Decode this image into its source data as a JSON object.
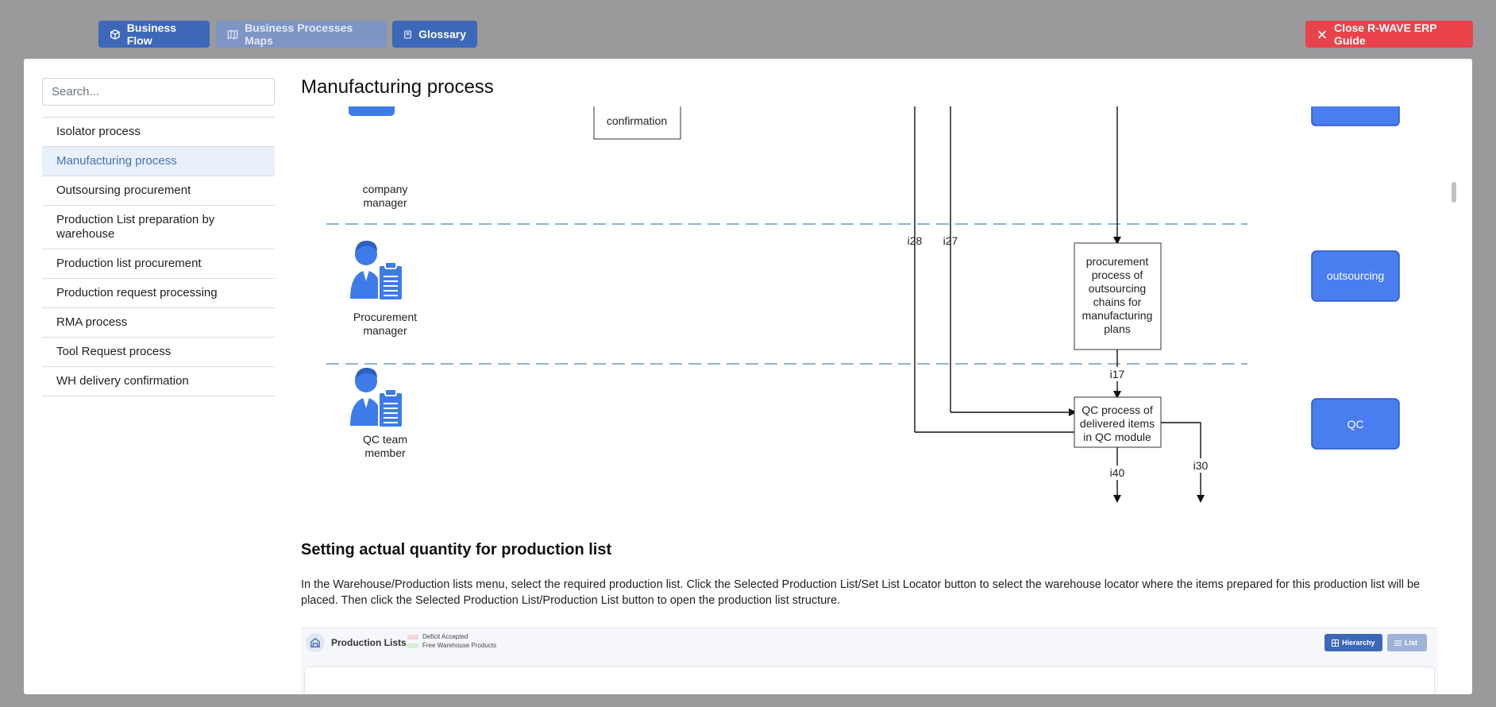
{
  "topbar": {
    "business_flow": "Business Flow",
    "business_maps": "Business Processes Maps",
    "glossary": "Glossary",
    "close": "Close R-WAVE ERP Guide"
  },
  "sidebar": {
    "search_placeholder": "Search...",
    "items": [
      {
        "label": "Isolator process",
        "active": false
      },
      {
        "label": "Manufacturing process",
        "active": true
      },
      {
        "label": "Outsoursing procurement",
        "active": false
      },
      {
        "label": "Production List preparation by warehouse",
        "active": false
      },
      {
        "label": "Production list procurement",
        "active": false
      },
      {
        "label": "Production request processing",
        "active": false
      },
      {
        "label": "RMA process",
        "active": false
      },
      {
        "label": "Tool Request process",
        "active": false
      },
      {
        "label": "WH delivery confirmation",
        "active": false
      }
    ]
  },
  "main": {
    "title": "Manufacturing process",
    "diagram": {
      "roles": [
        {
          "line1": "company",
          "line2": "manager"
        },
        {
          "line1": "Procurement",
          "line2": "manager"
        },
        {
          "line1": "QC team",
          "line2": "member"
        }
      ],
      "boxes": {
        "confirmation": "confirmation",
        "procurement": [
          "procurement",
          "process of",
          "outsourcing",
          "chains for",
          "manufacturing",
          "plans"
        ],
        "qc": [
          "QC process of",
          "delivered items",
          "in QC module"
        ]
      },
      "flags": {
        "outsourcing": "outsourcing",
        "qc": "QC"
      },
      "flows": {
        "i28": "i28",
        "i27": "i27",
        "i17": "i17",
        "i40": "i40",
        "i30": "i30"
      },
      "colors": {
        "lane_line": "#8fb5c9",
        "flag": "#4a7df0",
        "flag_border": "#2a56c6"
      }
    },
    "section": {
      "title": "Setting actual quantity for production list",
      "body": "In the Warehouse/Production lists menu, select the required production list. Click the Selected Production List/Set List Locator button to select the warehouse locator where the items prepared for this production list will be placed. Then click the Selected Production List/Production List button to open the production list structure."
    },
    "screenshot": {
      "title": "Production Lists",
      "legend": [
        "Deficit Accepted",
        "Free Warehouse Products"
      ],
      "legend_colors": [
        "#f6d5d7",
        "#d6efd9"
      ],
      "hierarchy": "Hierarchy",
      "list": "List"
    }
  }
}
